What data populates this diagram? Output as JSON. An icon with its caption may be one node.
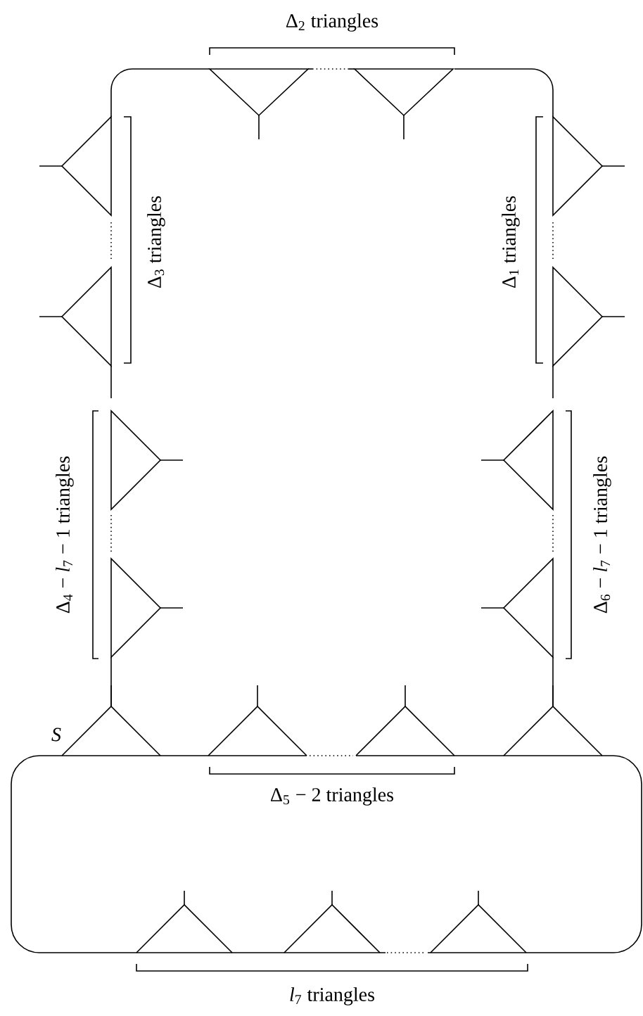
{
  "diagram": {
    "labels": [
      "Δ$_{2}$ triangles",
      "Δ$_{3}$ triangles",
      "Δ$_{1}$ triangles",
      "Δ$_{4}$ − *l*$_{7}$ − 1 triangles",
      "Δ$_{6}$ − *l*$_{7}$ − 1 triangles",
      "*S*",
      "Δ$_{5}$ − 2 triangles",
      "*l*$_{7}$ triangles"
    ]
  }
}
